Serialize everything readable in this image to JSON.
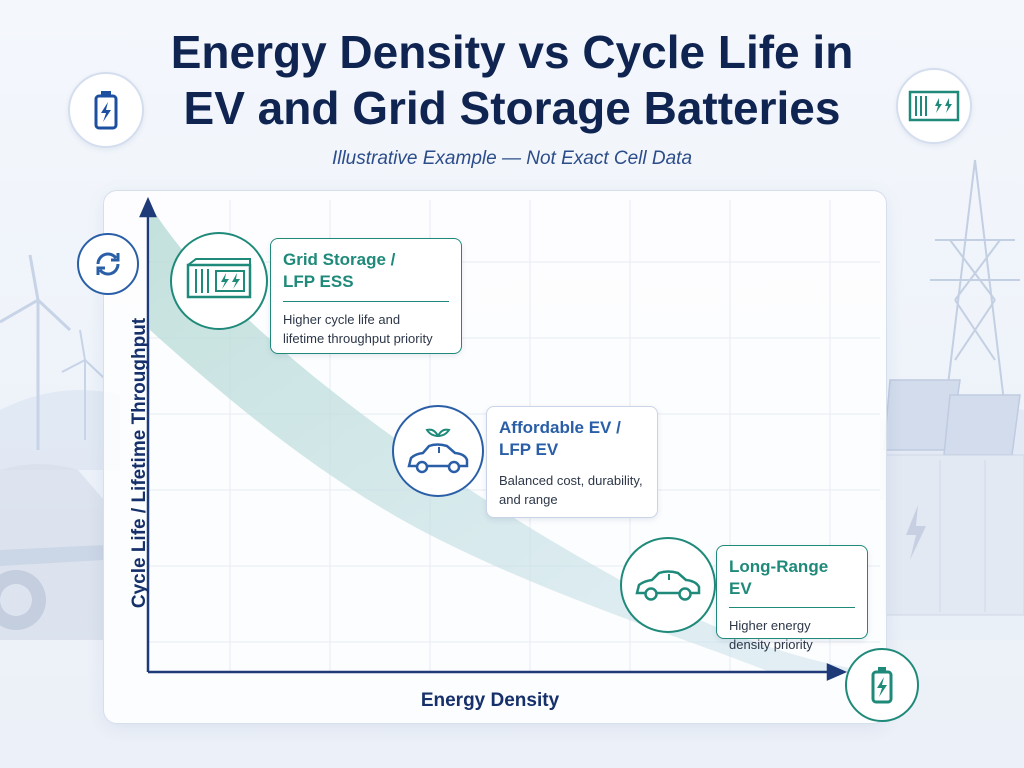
{
  "header": {
    "title": "Energy Density vs Cycle Life in EV and Grid Storage Batteries",
    "subtitle": "Illustrative Example — Not Exact Cell Data"
  },
  "chart": {
    "x_axis_label": "Energy Density",
    "y_axis_label": "Cycle Life / Lifetime Throughput",
    "trend": "inverse tradeoff: higher energy density, lower cycle life"
  },
  "segments": [
    {
      "title_line1": "Grid Storage /",
      "title_line2": "LFP ESS",
      "desc_line1": "Higher cycle life and",
      "desc_line2": "lifetime throughput priority",
      "icon": "battery-container-icon",
      "accent": "#1f8a7a"
    },
    {
      "title_line1": "Affordable EV /",
      "title_line2": "LFP EV",
      "desc_line1": "Balanced cost, durability,",
      "desc_line2": "and range",
      "icon": "eco-car-icon",
      "accent": "#2a5fa8"
    },
    {
      "title_line1": "Long-Range EV",
      "desc_line1": "Higher energy",
      "desc_line2": "density priority",
      "icon": "car-icon",
      "accent": "#1f8a7a"
    }
  ],
  "corner_icons": {
    "top_left": "battery-icon",
    "top_right": "storage-container-icon",
    "y_axis": "cycle-arrows-icon",
    "bottom_right": "battery-charge-icon"
  },
  "colors": {
    "navy": "#0f2450",
    "blue": "#2a5fa8",
    "teal": "#1f8a7a",
    "band": "#cfe6e3"
  }
}
